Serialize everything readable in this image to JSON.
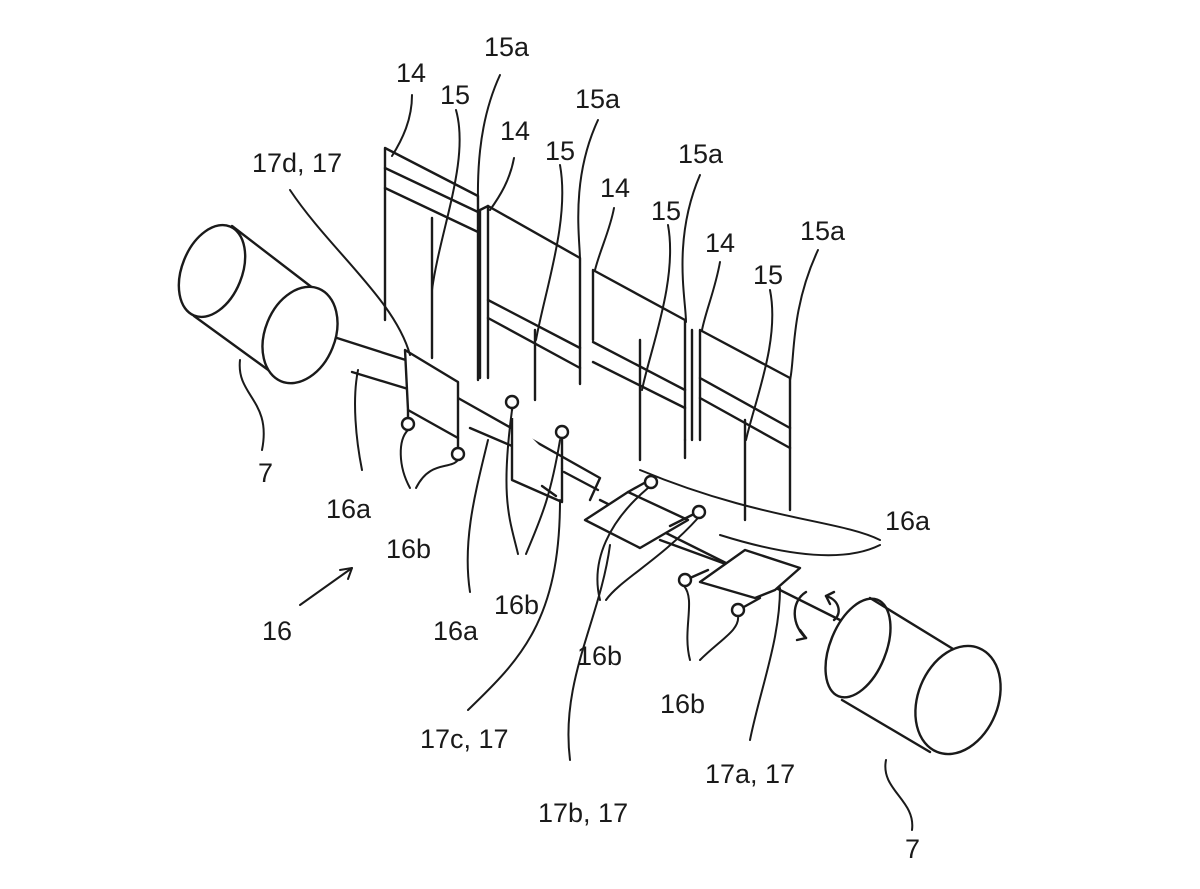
{
  "labels": {
    "roll_left": "7",
    "roll_right": "7",
    "camshaft_assembly": "16",
    "shaft_16a_left": "16a",
    "shaft_16a_mid": "16a",
    "shaft_16a_right": "16a",
    "cam_16b_1": "16b",
    "cam_16b_2": "16b",
    "cam_16b_3": "16b",
    "cam_16b_4": "16b",
    "cam_17d": "17d, 17",
    "cam_17c": "17c, 17",
    "cam_17b": "17b, 17",
    "cam_17a": "17a, 17",
    "blade_14_1": "14",
    "blade_14_2": "14",
    "blade_14_3": "14",
    "blade_14_4": "14",
    "part_15_1": "15",
    "part_15_2": "15",
    "part_15_3": "15",
    "part_15_4": "15",
    "part_15a_1": "15a",
    "part_15a_2": "15a",
    "part_15a_3": "15a",
    "part_15a_4": "15a"
  },
  "colors": {
    "ink": "#1a1a1a",
    "background": "#ffffff"
  }
}
